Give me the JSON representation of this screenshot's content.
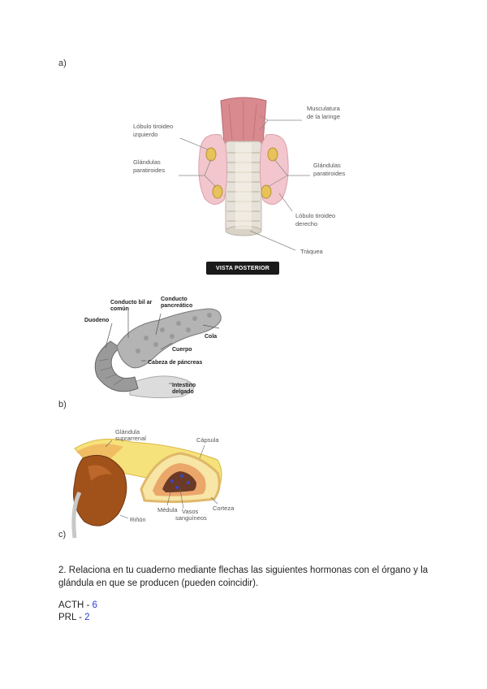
{
  "figures": {
    "a": {
      "label": "a)",
      "callouts": {
        "musculature_line1": "Musculatura",
        "musculature_line2": "de la laringe",
        "left_lobe_line1": "Lóbulo tiroideo",
        "left_lobe_line2": "izquierdo",
        "parathyroid_left_line1": "Glándulas",
        "parathyroid_left_line2": "paratiroides",
        "parathyroid_right_line1": "Glándulas",
        "parathyroid_right_line2": "paratiroides",
        "right_lobe_line1": "Lóbulo tiroideo",
        "right_lobe_line2": "derecho",
        "trachea": "Tráquea"
      },
      "badge": "VISTA POSTERIOR"
    },
    "b": {
      "label": "b)",
      "callouts": {
        "bile_duct_line1": "Conducto bil ar",
        "bile_duct_line2": "común",
        "pancreatic_duct_line1": "Conducto",
        "pancreatic_duct_line2": "pancreático",
        "duodenum": "Duodeno",
        "tail": "Cola",
        "body": "Cuerpo",
        "head": "Cabeza de páncreas",
        "intestine_line1": "Intestino",
        "intestine_line2": "delgado"
      }
    },
    "c": {
      "label": "c)",
      "callouts": {
        "adrenal_line1": "Glándula",
        "adrenal_line2": "suprarrenal",
        "capsule": "Cápsula",
        "medulla": "Médula",
        "vessels_line1": "Vasos",
        "vessels_line2": "sanguíneos",
        "cortex": "Corteza",
        "kidney": "Riñón"
      }
    }
  },
  "question": {
    "text": "2. Relaciona en tu cuaderno mediante flechas las siguientes hormonas con el órgano y la glándula en que se producen (pueden coincidir)."
  },
  "answers": [
    {
      "hormone": "ACTH - ",
      "value": "6"
    },
    {
      "hormone": "PRL - ",
      "value": "2"
    }
  ],
  "colors": {
    "answer_blue": "#2a3fd6",
    "thyroid_pink": "#f2c6cc",
    "muscle_red": "#d88a8e",
    "parathyroid_yellow": "#e8c25a",
    "kidney_brown": "#a0521a",
    "adrenal_yellow": "#f6e27a",
    "badge_black": "#1a1a1a"
  }
}
